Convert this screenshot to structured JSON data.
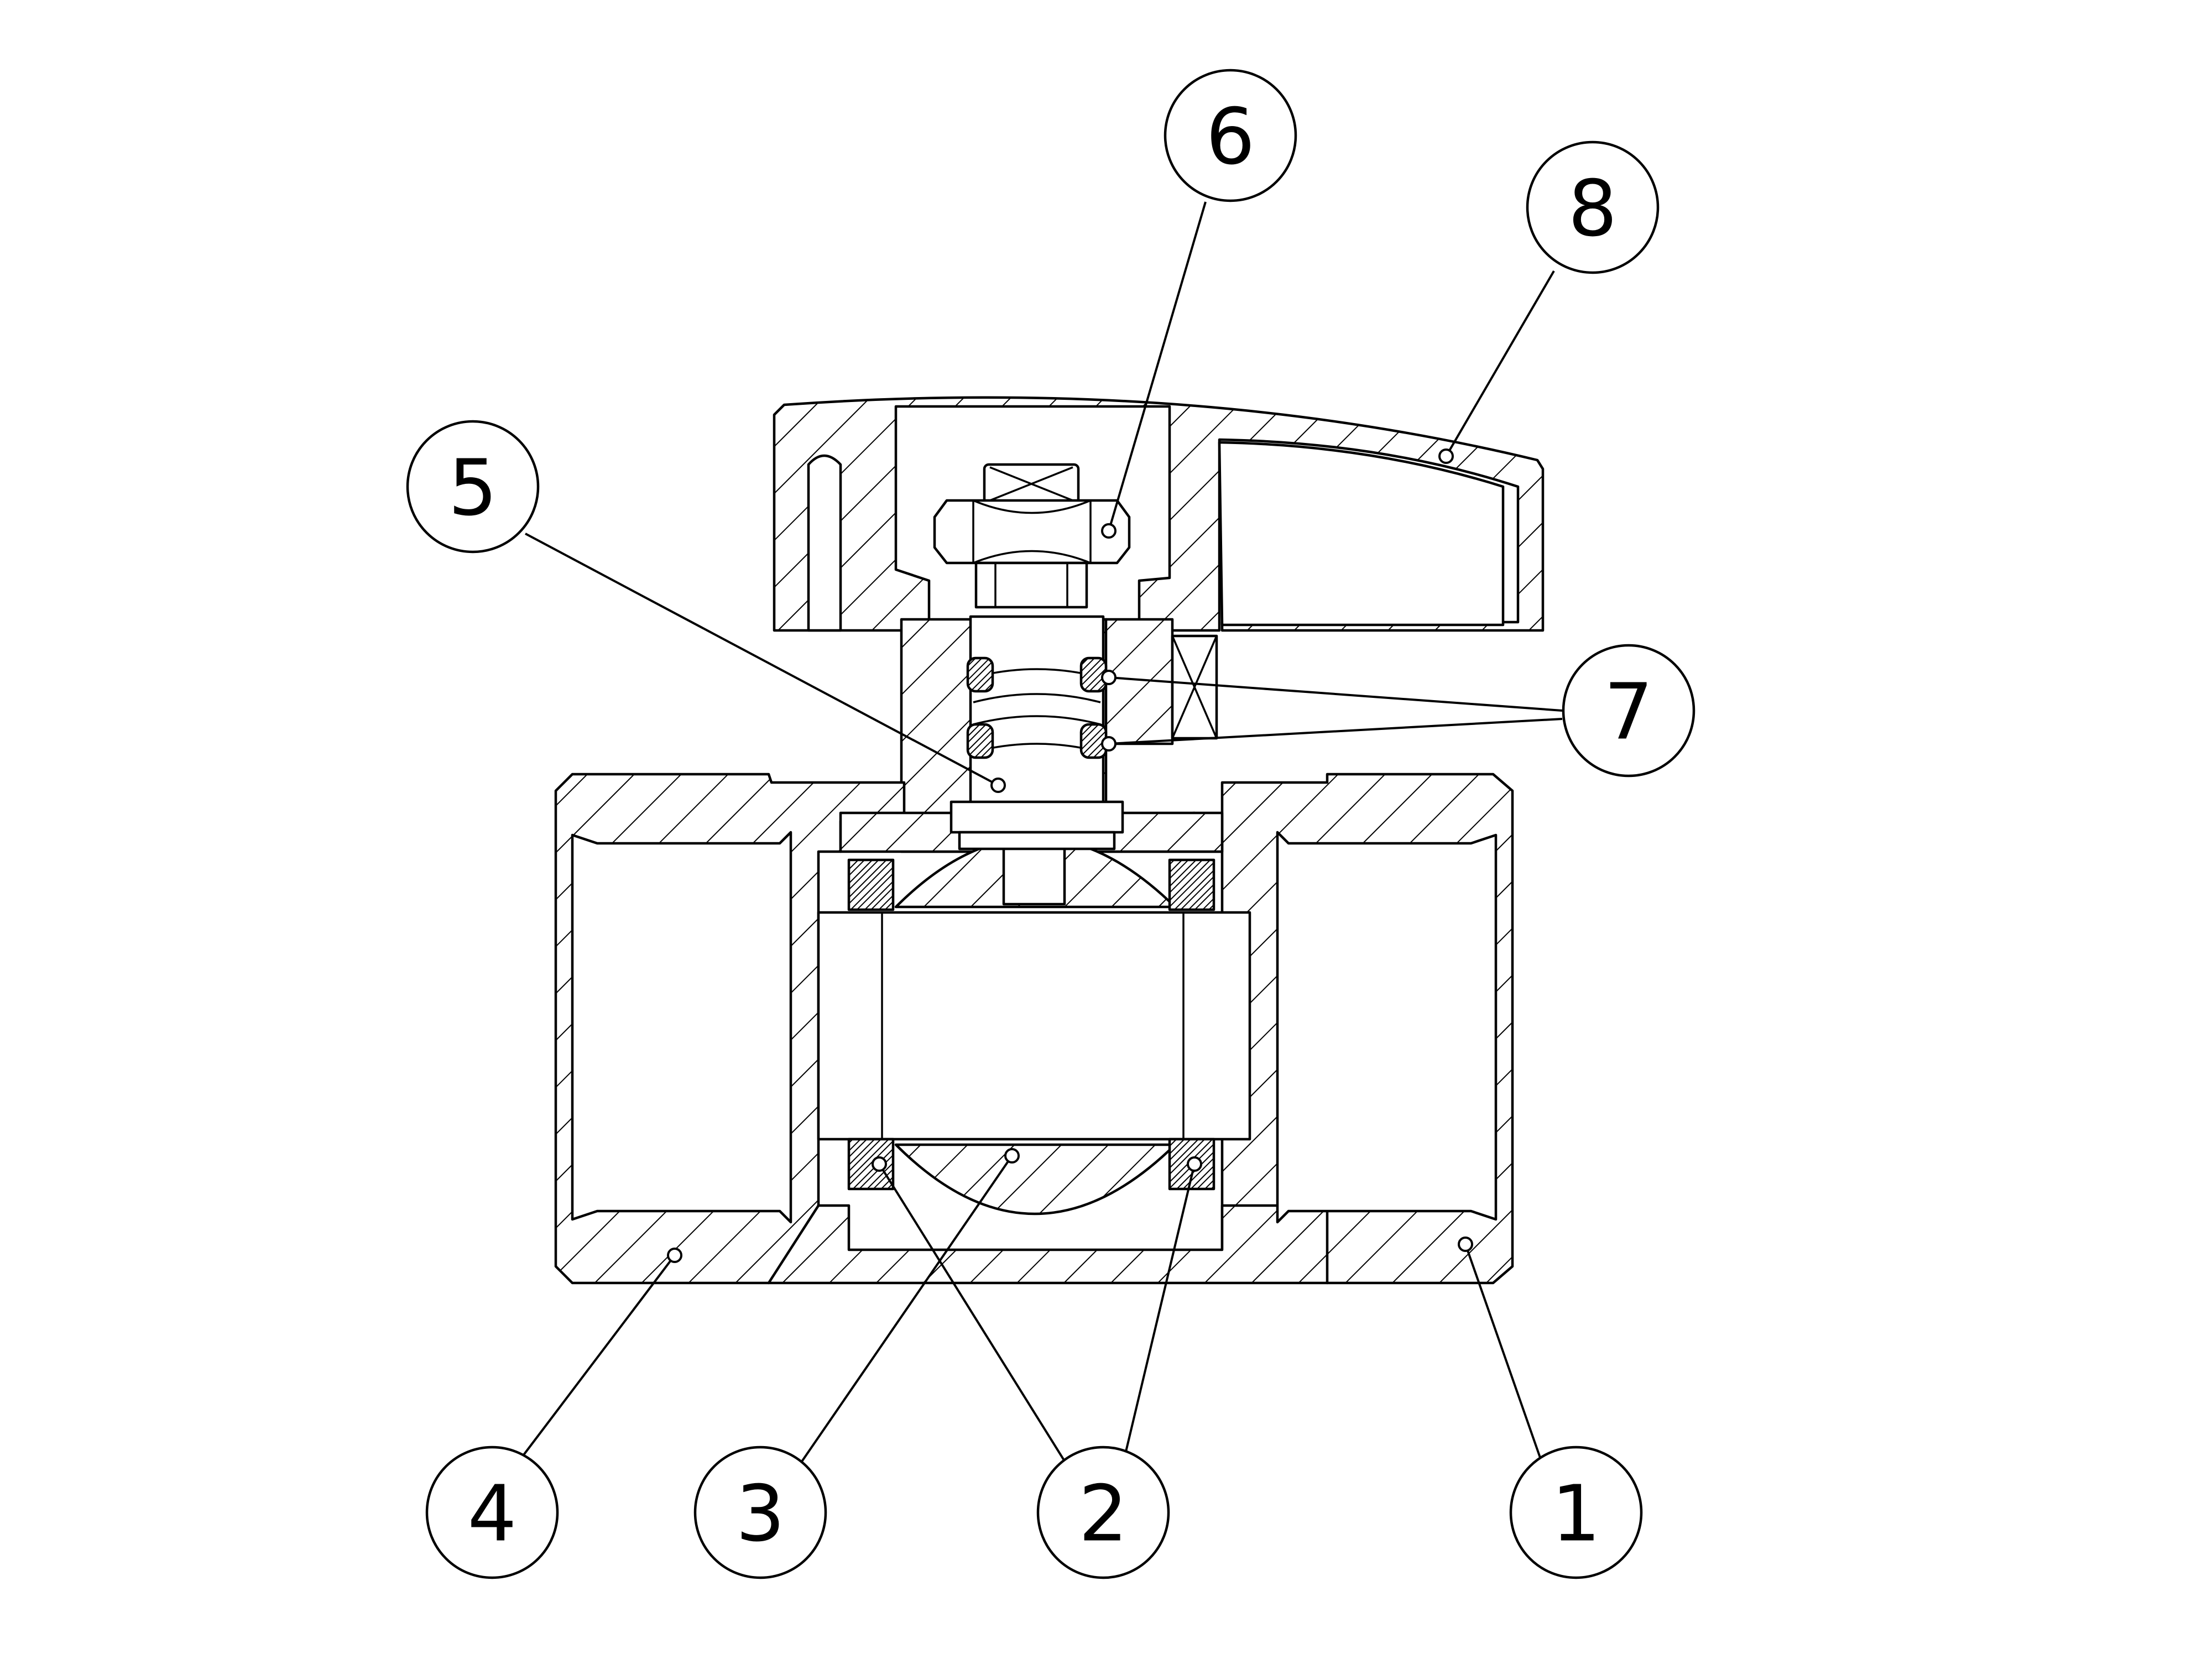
{
  "balloons": [
    {
      "label": "1"
    },
    {
      "label": "2"
    },
    {
      "label": "3"
    },
    {
      "label": "4"
    },
    {
      "label": "5"
    },
    {
      "label": "6"
    },
    {
      "label": "7"
    },
    {
      "label": "8"
    }
  ],
  "colors": {
    "line": "#000000",
    "background": "#ffffff"
  }
}
